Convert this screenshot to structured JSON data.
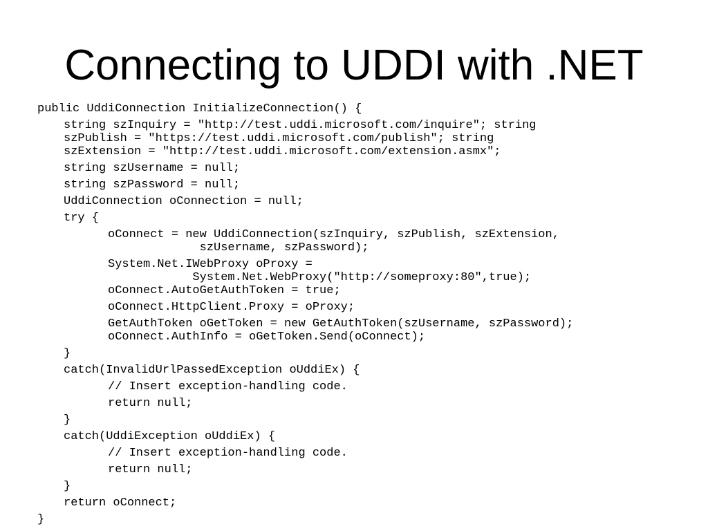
{
  "slide": {
    "title": "Connecting to UDDI with .NET"
  },
  "code": {
    "lines": [
      "public UddiConnection InitializeConnection() {",
      "string szInquiry = \"http://test.uddi.microsoft.com/inquire\"; string\nszPublish = \"https://test.uddi.microsoft.com/publish\"; string\nszExtension = \"http://test.uddi.microsoft.com/extension.asmx\";",
      "string szUsername = null;",
      "string szPassword = null;",
      "UddiConnection oConnection = null;",
      "try {",
      "oConnect = new UddiConnection(szInquiry, szPublish, szExtension,\n             szUsername, szPassword);",
      "System.Net.IWebProxy oProxy =\n            System.Net.WebProxy(\"http://someproxy:80\",true);\noConnect.AutoGetAuthToken = true;",
      "oConnect.HttpClient.Proxy = oProxy;",
      "GetAuthToken oGetToken = new GetAuthToken(szUsername, szPassword);\noConnect.AuthInfo = oGetToken.Send(oConnect);",
      "}",
      "catch(InvalidUrlPassedException oUddiEx) {",
      "// Insert exception-handling code.",
      "return null;",
      "}",
      "catch(UddiException oUddiEx) {",
      "// Insert exception-handling code.",
      "return null;",
      "}",
      "return oConnect;",
      "}"
    ]
  }
}
